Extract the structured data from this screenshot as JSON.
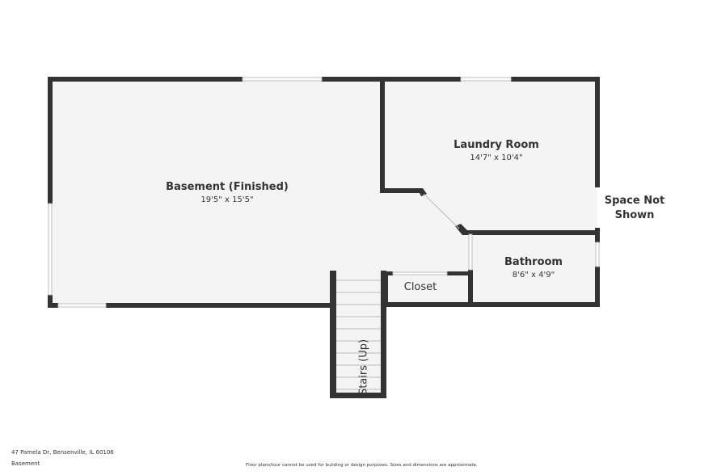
{
  "rooms": [
    {
      "name": "Basement (Finished)",
      "dims": "19'5\" x 15'5\""
    },
    {
      "name": "Laundry Room",
      "dims": "14'7\" x 10'4\""
    },
    {
      "name": "Bathroom",
      "dims": "8'6\" x 4'9\""
    },
    {
      "name": "Closet"
    },
    {
      "name": "Stairs (Up)"
    }
  ],
  "space_not_shown": "Space Not Shown",
  "footer": {
    "address": "47 Pamela Dr, Bensenville, IL 60106",
    "level": "Basement",
    "disclaimer": "Floor plans/tour cannot be used for building or design purposes. Sizes and dimensions are approximate."
  },
  "colors": {
    "wall": "#333333",
    "floor": "#f4f4f4",
    "text": "#333333"
  }
}
